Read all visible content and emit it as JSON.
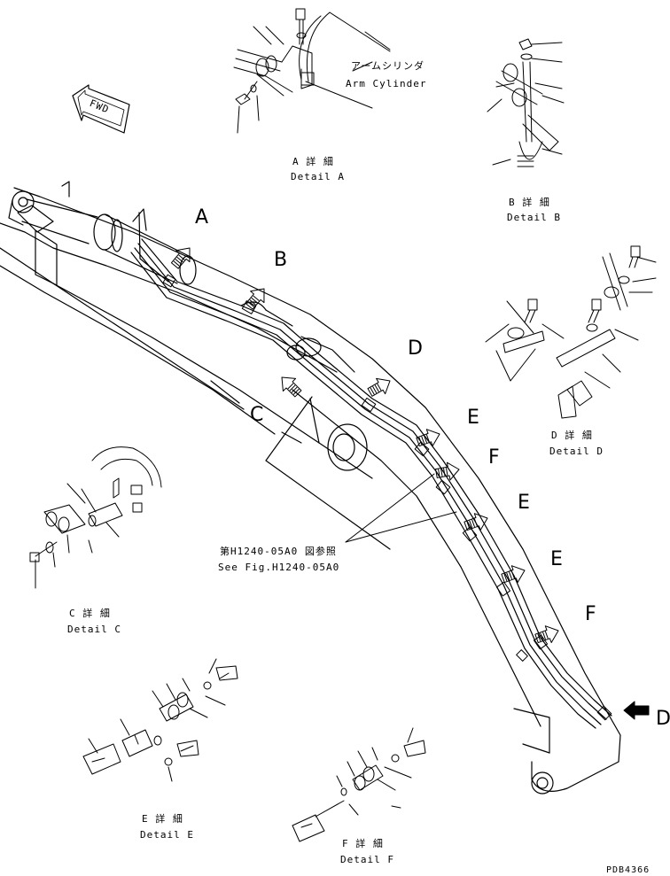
{
  "callouts": {
    "a": "A",
    "b": "B",
    "c": "C",
    "d1": "D",
    "d2": "D",
    "e1": "E",
    "e2": "E",
    "e3": "E",
    "f1": "F",
    "f2": "F"
  },
  "fwd_label": "FWD",
  "arm_cylinder": {
    "jp": "アームシリンダ",
    "en": "Arm Cylinder"
  },
  "details": {
    "a": {
      "jp": "A 詳 細",
      "en": "Detail A"
    },
    "b": {
      "jp": "B 詳 細",
      "en": "Detail B"
    },
    "c": {
      "jp": "C 詳 細",
      "en": "Detail C"
    },
    "d": {
      "jp": "D 詳 細",
      "en": "Detail D"
    },
    "e": {
      "jp": "E 詳 細",
      "en": "Detail E"
    },
    "f": {
      "jp": "F 詳 細",
      "en": "Detail F"
    }
  },
  "reference": {
    "jp": "第H1240-05A0 図参照",
    "en": "See Fig.H1240-05A0"
  },
  "drawing_id": "PDB4366"
}
